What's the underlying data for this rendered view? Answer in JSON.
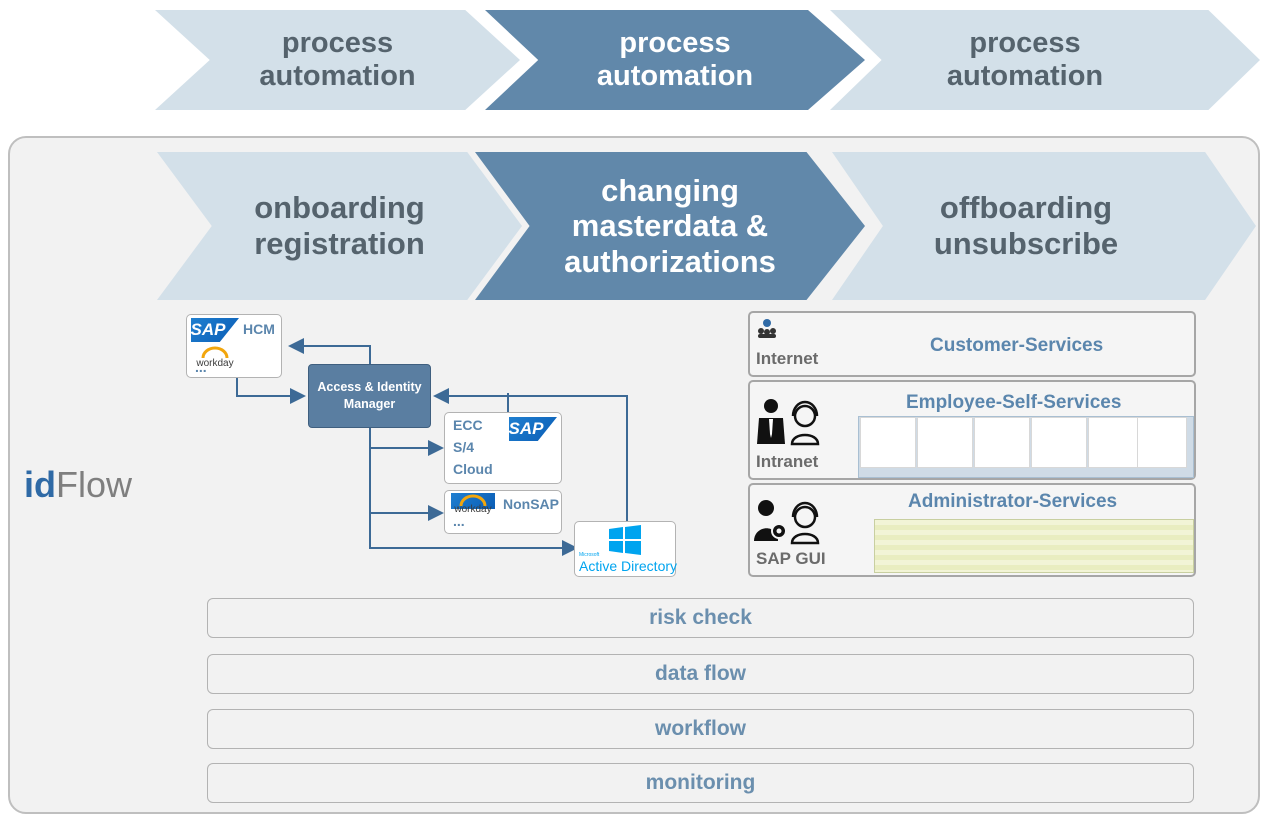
{
  "top_chevrons": [
    {
      "line1": "process",
      "line2": "automation"
    },
    {
      "line1": "process",
      "line2": "automation"
    },
    {
      "line1": "process",
      "line2": "automation"
    }
  ],
  "phase_chevrons": [
    {
      "lines": [
        "onboarding",
        "registration"
      ]
    },
    {
      "lines": [
        "changing",
        "masterdata &",
        "authorizations"
      ]
    },
    {
      "lines": [
        "offboarding",
        "unsubscribe"
      ]
    }
  ],
  "brand": {
    "bold": "id",
    "rest": "Flow"
  },
  "systems": {
    "hcm_box": {
      "sap": "SAP",
      "label": "HCM",
      "workday": "workday",
      "ellipsis": "..."
    },
    "aim": {
      "line1": "Access & Identity",
      "line2": "Manager"
    },
    "erp_box": {
      "sap": "SAP",
      "lines": [
        "ECC",
        "S/4",
        "Cloud"
      ]
    },
    "nonsap_box": {
      "workday": "workday",
      "label": "NonSAP",
      "ellipsis": "..."
    },
    "ad": {
      "microsoft": "Microsoft",
      "label": "Active Directory"
    }
  },
  "services": [
    {
      "channel": "Internet",
      "title": "Customer-Services"
    },
    {
      "channel": "Intranet",
      "title": "Employee-Self-Services"
    },
    {
      "channel": "SAP GUI",
      "title": "Administrator-Services"
    }
  ],
  "bars": [
    "risk check",
    "data flow",
    "workflow",
    "monitoring"
  ],
  "colors": {
    "accent": "#5b86ad",
    "dark_chevron": "#6188aa",
    "light_chevron": "#d3e0e9",
    "connector": "#3d6a96"
  }
}
